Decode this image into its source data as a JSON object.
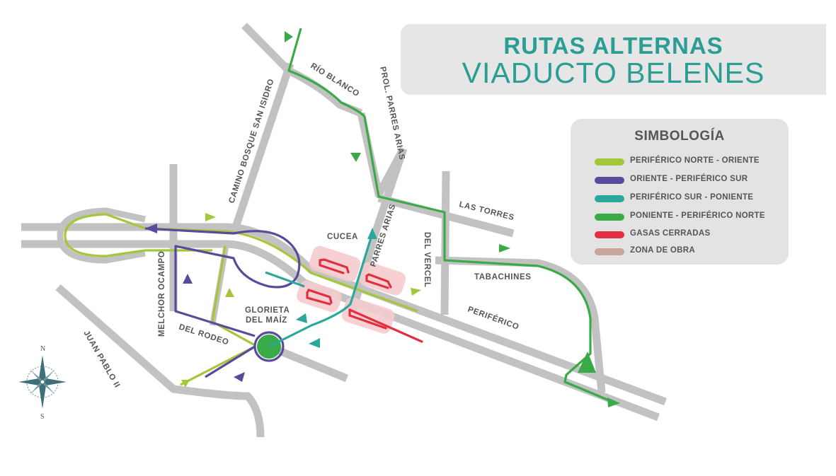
{
  "title": {
    "line1": "RUTAS ALTERNAS",
    "line2": "VIADUCTO BELENES"
  },
  "legend": {
    "title": "SIMBOLOGÍA",
    "items": [
      {
        "label": "PERIFÉRICO NORTE - ORIENTE",
        "color": "#a4c639"
      },
      {
        "label": "ORIENTE - PERIFÉRICO SUR",
        "color": "#5a4a9c"
      },
      {
        "label": "PERIFÉRICO SUR - PONIENTE",
        "color": "#2aa89a"
      },
      {
        "label": "PONIENTE - PERIFÉRICO NORTE",
        "color": "#3aaa48"
      },
      {
        "label": "GASAS CERRADAS",
        "color": "#e0303f"
      },
      {
        "label": "ZONA DE OBRA",
        "color": "#c9a59a"
      }
    ]
  },
  "streets": {
    "rio_blanco": "RÍO BLANCO",
    "prol_parres_arias": "PROL. PARRES ARIAS",
    "camino_bosque": "CAMINO BOSQUE SAN ISIDRO",
    "las_torres": "LAS TORRES",
    "cucea": "CUCEA",
    "parres_arias": "PARRES ARIAS",
    "del_vercel": "DEL VERCEL",
    "tabachines": "TABACHINES",
    "periferico": "PERIFÉRICO",
    "melchor_ocampo": "MELCHOR OCAMPO",
    "glorieta_1": "GLORIETA",
    "glorieta_2": "DEL MAÍZ",
    "del_rodeo": "DEL RODEO",
    "juan_pablo": "JUAN PABLO II"
  },
  "compass": {
    "north": "N",
    "south": "S"
  },
  "colors": {
    "road": "#bdbdbd",
    "title_text": "#2a9d94",
    "label_text": "#555555"
  }
}
